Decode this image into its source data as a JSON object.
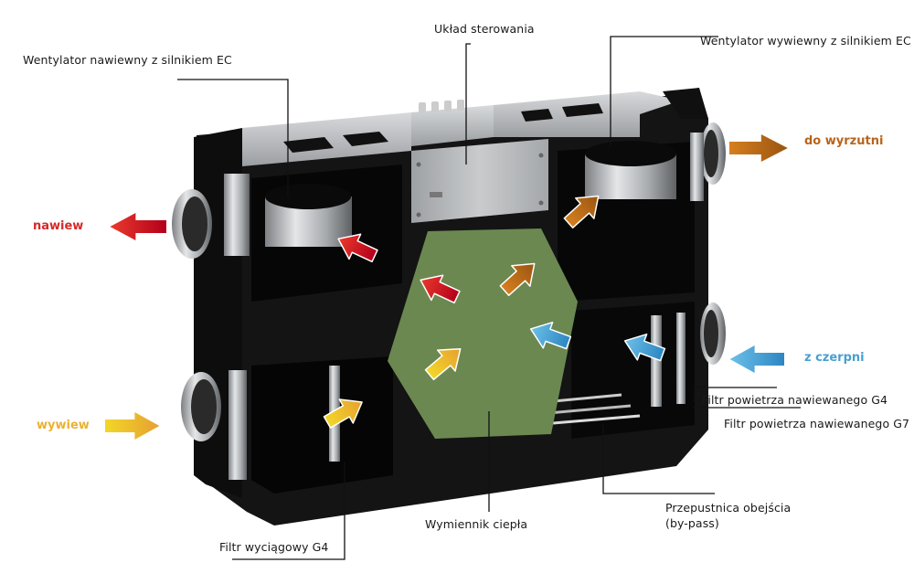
{
  "diagram": {
    "title": "Heat recovery ventilation unit cross-section",
    "labels": {
      "supply_fan": "Wentylator nawiewny z silnikiem EC",
      "control_unit": "Układ sterowania",
      "exhaust_fan": "Wentylator wywiewny z silnikiem EC",
      "supply_filter_g4": "Filtr powietrza nawiewanego G4",
      "supply_filter_g7": "Filtr powietrza nawiewanego G7",
      "bypass_damper_line1": "Przepustnica obejścia",
      "bypass_damper_line2": "(by-pass)",
      "heat_exchanger": "Wymiennik ciepła",
      "extract_filter_g4": "Filtr wyciągowy G4"
    },
    "flows": {
      "supply": {
        "label": "nawiew",
        "color": "#d42a2a"
      },
      "to_exhaust": {
        "label": "do wyrzutni",
        "color": "#b8641a"
      },
      "from_intake": {
        "label": "z czerpni",
        "color": "#4a9fd0"
      },
      "extract": {
        "label": "wywiew",
        "color": "#e9b233"
      }
    },
    "colors": {
      "casing": "#151515",
      "metal": "#b5b7b9",
      "exchanger": "#6b8850"
    }
  }
}
